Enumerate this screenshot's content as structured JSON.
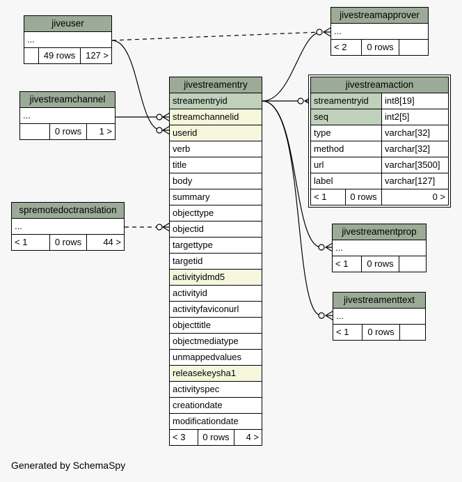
{
  "footer_text": "Generated by SchemaSpy",
  "tables": {
    "jiveuser": {
      "name": "jiveuser",
      "placeholder": "...",
      "children": "",
      "rows": "49 rows",
      "parents": "127 >"
    },
    "jivestreamchannel": {
      "name": "jivestreamchannel",
      "placeholder": "...",
      "children": "",
      "rows": "0 rows",
      "parents": "1 >"
    },
    "spremotedoctranslation": {
      "name": "spremotedoctranslation",
      "placeholder": "...",
      "children": "< 1",
      "rows": "0 rows",
      "parents": "44 >"
    },
    "jivestreamentry": {
      "name": "jivestreamentry",
      "columns": [
        {
          "name": "streamentryid",
          "kind": "pk"
        },
        {
          "name": "streamchannelid",
          "kind": "idx"
        },
        {
          "name": "userid",
          "kind": "idx"
        },
        {
          "name": "verb",
          "kind": ""
        },
        {
          "name": "title",
          "kind": ""
        },
        {
          "name": "body",
          "kind": ""
        },
        {
          "name": "summary",
          "kind": ""
        },
        {
          "name": "objecttype",
          "kind": ""
        },
        {
          "name": "objectid",
          "kind": ""
        },
        {
          "name": "targettype",
          "kind": ""
        },
        {
          "name": "targetid",
          "kind": ""
        },
        {
          "name": "activityidmd5",
          "kind": "idx"
        },
        {
          "name": "activityid",
          "kind": ""
        },
        {
          "name": "activityfaviconurl",
          "kind": ""
        },
        {
          "name": "objecttitle",
          "kind": ""
        },
        {
          "name": "objectmediatype",
          "kind": ""
        },
        {
          "name": "unmappedvalues",
          "kind": ""
        },
        {
          "name": "releasekeysha1",
          "kind": "idx"
        },
        {
          "name": "activityspec",
          "kind": ""
        },
        {
          "name": "creationdate",
          "kind": ""
        },
        {
          "name": "modificationdate",
          "kind": ""
        }
      ],
      "children": "< 3",
      "rows": "0 rows",
      "parents": "4 >"
    },
    "jivestreamapprover": {
      "name": "jivestreamapprover",
      "placeholder": "...",
      "children": "< 2",
      "rows": "0 rows",
      "parents": ""
    },
    "jivestreamaction": {
      "name": "jivestreamaction",
      "columns": [
        {
          "name": "streamentryid",
          "type": "int8[19]",
          "kind": "pk"
        },
        {
          "name": "seq",
          "type": "int2[5]",
          "kind": "pk"
        },
        {
          "name": "type",
          "type": "varchar[32]",
          "kind": ""
        },
        {
          "name": "method",
          "type": "varchar[32]",
          "kind": ""
        },
        {
          "name": "url",
          "type": "varchar[3500]",
          "kind": ""
        },
        {
          "name": "label",
          "type": "varchar[127]",
          "kind": ""
        }
      ],
      "children": "< 1",
      "rows": "0 rows",
      "parents": "0 >"
    },
    "jivestreamentprop": {
      "name": "jivestreamentprop",
      "placeholder": "...",
      "children": "< 1",
      "rows": "0 rows",
      "parents": ""
    },
    "jivestreamenttext": {
      "name": "jivestreamenttext",
      "placeholder": "...",
      "children": "< 1",
      "rows": "0 rows",
      "parents": ""
    }
  }
}
